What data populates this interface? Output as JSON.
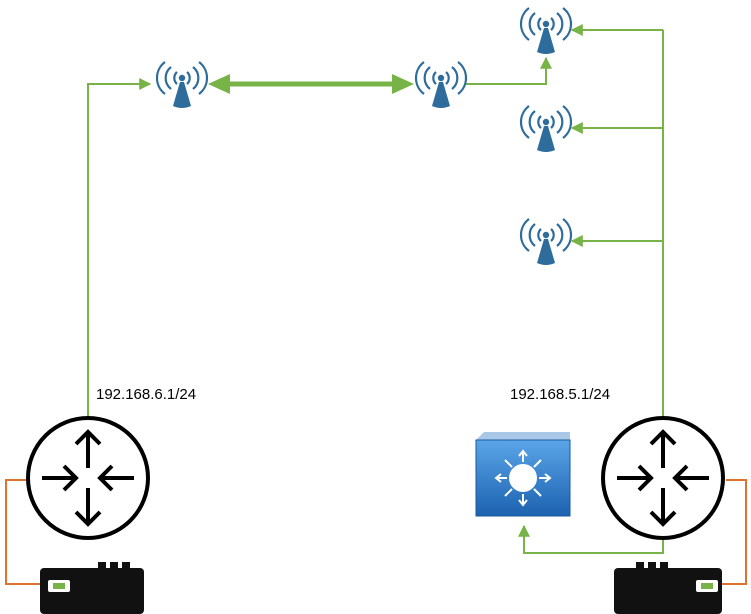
{
  "colors": {
    "link_green": "#77b347",
    "link_orange": "#e0722f",
    "antenna_blue": "#2e6c9c",
    "device_black": "#111111",
    "switch_blue": "#2878c8"
  },
  "routers": [
    {
      "id": "router-left",
      "ip_label": "192.168.6.1/24",
      "icon": "router-icon"
    },
    {
      "id": "router-right",
      "ip_label": "192.168.5.1/24",
      "icon": "router-icon"
    }
  ],
  "access_points": [
    {
      "id": "ap-1",
      "icon": "wireless-ap-icon"
    },
    {
      "id": "ap-2",
      "icon": "wireless-ap-icon"
    },
    {
      "id": "ap-3",
      "icon": "wireless-ap-icon"
    },
    {
      "id": "ap-4",
      "icon": "wireless-ap-icon"
    },
    {
      "id": "ap-5",
      "icon": "wireless-ap-icon"
    }
  ],
  "switch": {
    "id": "layer3-switch",
    "icon": "layer3-switch-icon"
  },
  "modems": [
    {
      "id": "modem-left",
      "icon": "modem-icon"
    },
    {
      "id": "modem-right",
      "icon": "modem-icon"
    }
  ]
}
